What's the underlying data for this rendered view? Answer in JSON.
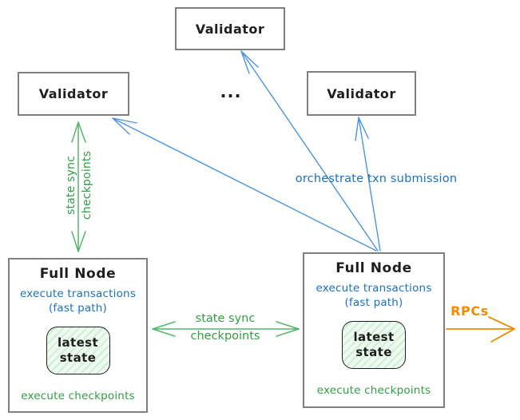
{
  "colors": {
    "blue": "#1971c2",
    "blue_arrow": "#4c94dd",
    "green": "#2f9e44",
    "green_arrow": "#55b56a",
    "orange": "#f08c00",
    "border_gray": "#7f7f7f",
    "ink": "#1e1e1e",
    "state_fill": "#eefaf0",
    "state_hatch": "#c9ecd2"
  },
  "validators": {
    "top": "Validator",
    "left": "Validator",
    "right": "Validator",
    "ellipsis": "..."
  },
  "full_nodes": [
    {
      "title": "Full Node",
      "exec_line1": "execute transactions",
      "exec_line2": "(fast path)",
      "state_line1": "latest",
      "state_line2": "state",
      "footer": "execute checkpoints"
    },
    {
      "title": "Full Node",
      "exec_line1": "execute transactions",
      "exec_line2": "(fast path)",
      "state_line1": "latest",
      "state_line2": "state",
      "footer": "execute checkpoints"
    }
  ],
  "edges": {
    "vertical_state_sync_line1": "state sync",
    "vertical_state_sync_line2": "checkpoints",
    "horizontal_state_sync_line1": "state sync",
    "horizontal_state_sync_line2": "checkpoints",
    "orchestrate_label": "orchestrate txn submission",
    "rpcs_label": "RPCs"
  }
}
